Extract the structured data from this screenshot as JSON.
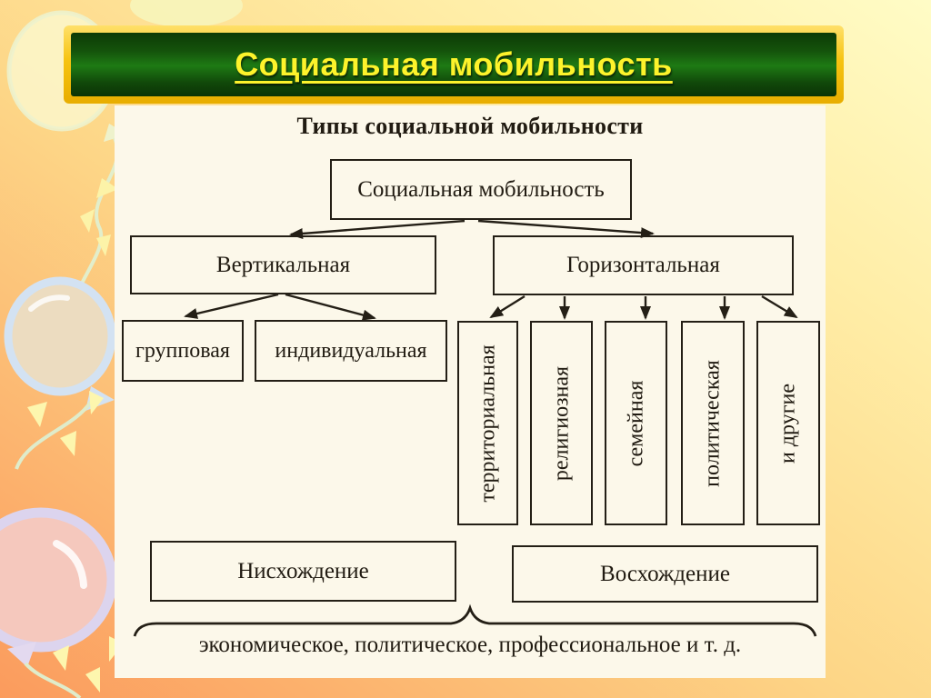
{
  "slide": {
    "title": "Социальная мобильность",
    "diagram": {
      "heading": "Типы социальной мобильности",
      "root": "Социальная мобильность",
      "level2": [
        "Вертикальная",
        "Горизонтальная"
      ],
      "vertical_children": [
        "групповая",
        "индивидуальная"
      ],
      "horizontal_children": [
        "территориальная",
        "религиозная",
        "семейная",
        "политическая",
        "и другие"
      ],
      "outcomes": [
        "Нисхождение",
        "Восхождение"
      ],
      "footnote": "экономическое, политическое, профессиональное и т. д."
    }
  },
  "colors": {
    "bg_top": "#fffcc6",
    "bg_mid": "#fdd687",
    "bg_bottom": "#fb9b5d",
    "gold": "#f6c310",
    "green_dark": "#0d3b06",
    "green_mid": "#1e7a14",
    "title_yellow": "#fdf32b",
    "paper": "#fcf8ea",
    "ink": "#211b12"
  },
  "decorations": [
    "balloon",
    "sparkle-rays"
  ]
}
